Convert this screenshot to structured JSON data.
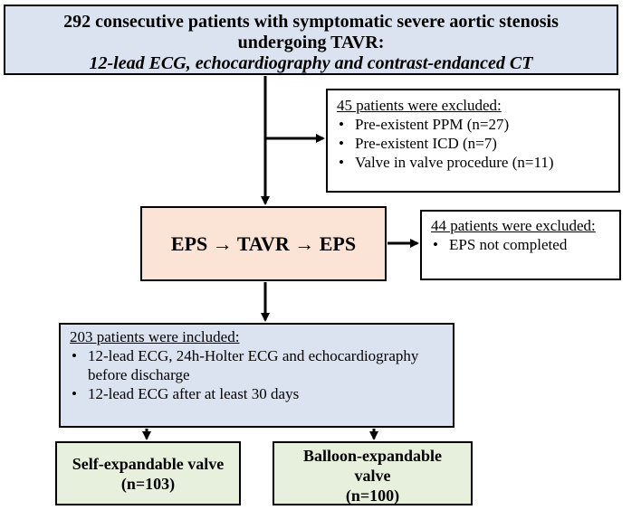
{
  "top_box": {
    "line1": "292 consecutive patients with symptomatic severe aortic stenosis",
    "line2": "undergoing TAVR:",
    "line3": "12-lead ECG, echocardiography and contrast-endanced CT"
  },
  "exclusion_box_1": {
    "heading": "45 patients were excluded:",
    "items": [
      "Pre-existent PPM (n=27)",
      "Pre-existent ICD (n=7)",
      "Valve in valve procedure (n=11)"
    ]
  },
  "eps_box": {
    "label": "EPS → TAVR → EPS"
  },
  "exclusion_box_2": {
    "heading": "44 patients were excluded:",
    "items": [
      "EPS not completed"
    ]
  },
  "included_box": {
    "heading": "203 patients were included:",
    "items": [
      "12-lead ECG, 24h-Holter ECG and echocardiography before discharge",
      "12-lead ECG after at least 30 days"
    ]
  },
  "self_expandable_box": {
    "line1": "Self-expandable valve",
    "line2": "(n=103)"
  },
  "balloon_expandable_box": {
    "line1": "Balloon-expandable",
    "line2": "valve",
    "line3": "(n=100)"
  }
}
